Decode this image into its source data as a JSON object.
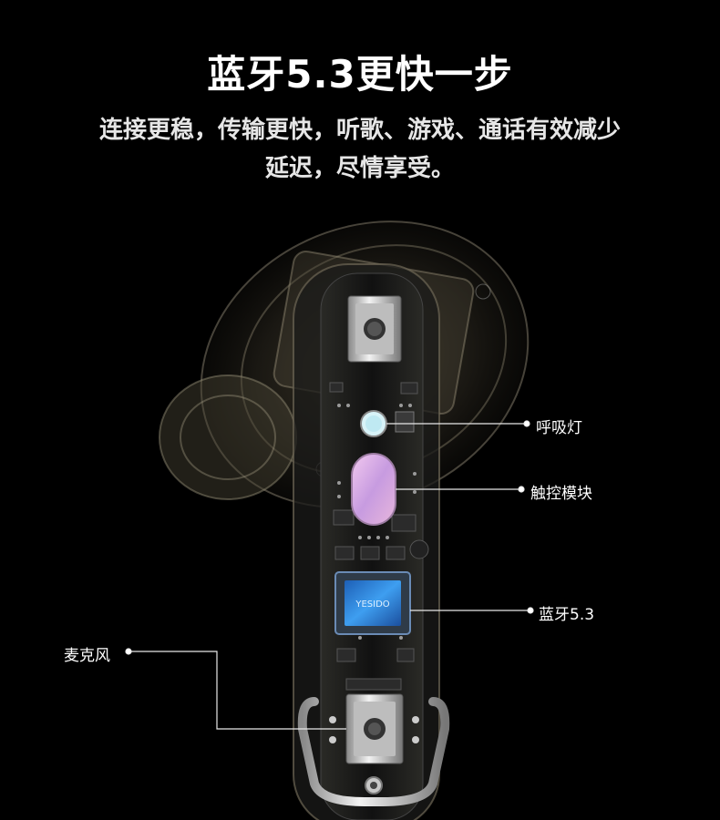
{
  "header": {
    "title": "蓝牙5.3更快一步",
    "subtitle_line1": "连接更稳，传输更快，听歌、游戏、通话有效减少",
    "subtitle_line2": "延迟，尽情享受。"
  },
  "callouts": {
    "breathing_light": "呼吸灯",
    "touch_module": "触控模块",
    "bluetooth_chip": "蓝牙5.3",
    "microphone": "麦克风"
  },
  "chip_marking": "YESIDO",
  "colors": {
    "background": "#000000",
    "text": "#ffffff",
    "touch_pad": "#d9a9e6",
    "chip": "#2d7fd8",
    "light": "#bfe9f2"
  }
}
